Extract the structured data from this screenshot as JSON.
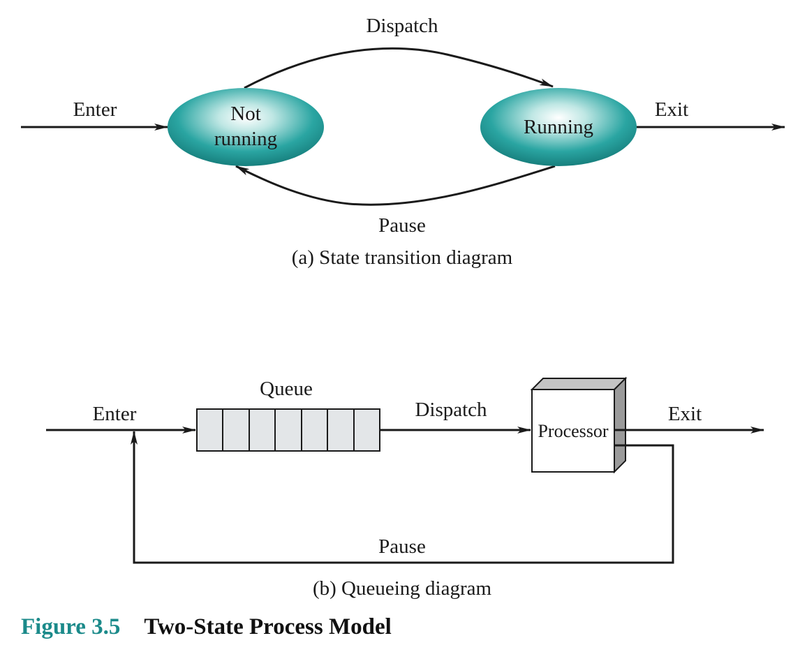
{
  "state_diagram": {
    "caption": "(a) State transition diagram",
    "states": {
      "not_running": [
        "Not",
        "running"
      ],
      "running": "Running"
    },
    "transitions": {
      "enter": "Enter",
      "dispatch": "Dispatch",
      "pause": "Pause",
      "exit": "Exit"
    }
  },
  "queue_diagram": {
    "caption": "(b) Queueing diagram",
    "queue_label": "Queue",
    "queue_slots": 7,
    "processor_label": "Processor",
    "transitions": {
      "enter": "Enter",
      "dispatch": "Dispatch",
      "exit": "Exit",
      "pause": "Pause"
    }
  },
  "figure": {
    "number": "Figure 3.5",
    "title": "Two-State Process Model"
  },
  "colors": {
    "accent": "#1b8a8a",
    "state_fill": "#1e9a98",
    "queue_fill": "#e3e6e8",
    "processor_side": "#9a9a9a"
  }
}
